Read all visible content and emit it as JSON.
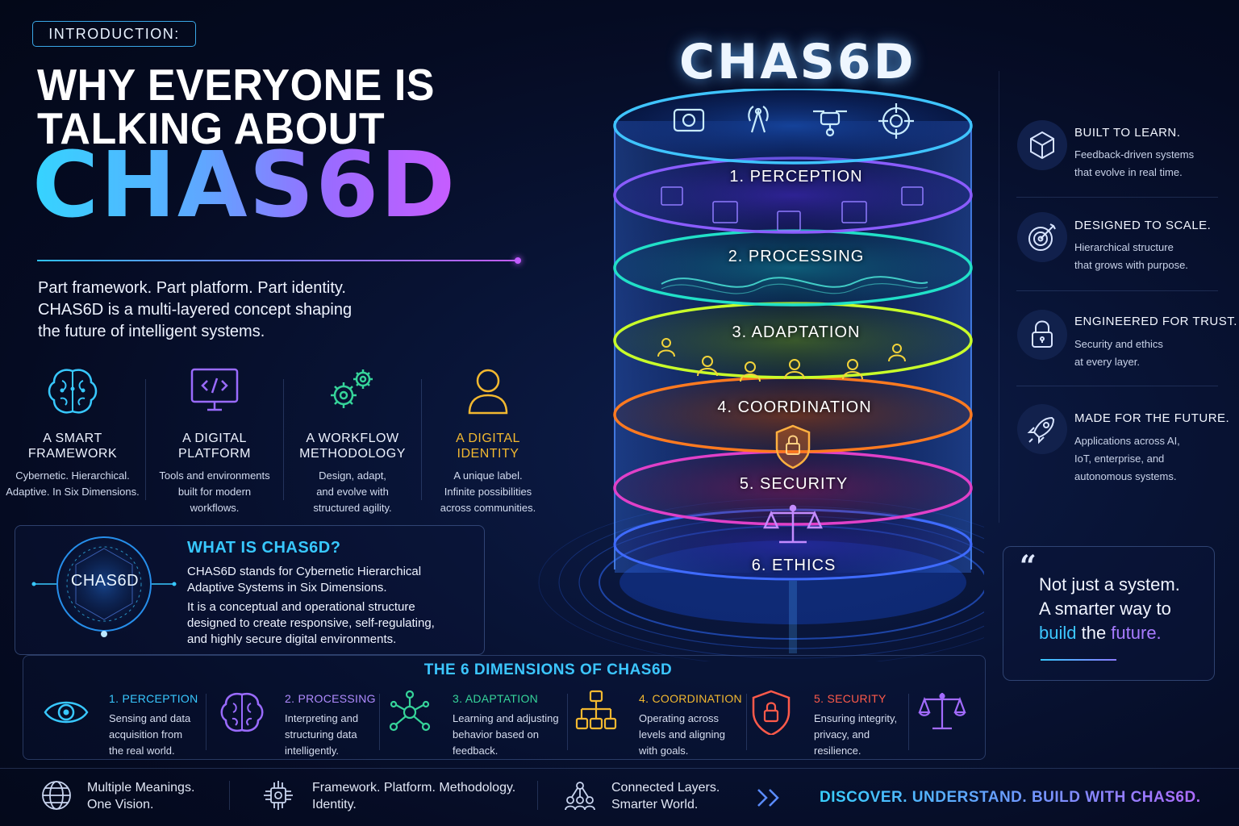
{
  "hero": {
    "intro_label": "INTRODUCTION:",
    "line1": "WHY EVERYONE IS",
    "line2": "TALKING ABOUT",
    "brand": "CHAS6D",
    "tagline": [
      "Part framework. Part platform. Part identity.",
      "CHAS6D is a multi-layered concept shaping",
      "the future of intelligent systems."
    ]
  },
  "features": [
    {
      "icon": "brain-icon",
      "title": [
        "A SMART",
        "FRAMEWORK"
      ],
      "desc": [
        "Cybernetic. Hierarchical.",
        "Adaptive. In Six Dimensions."
      ],
      "color": "#38c8ff"
    },
    {
      "icon": "code-monitor-icon",
      "title": [
        "A DIGITAL",
        "PLATFORM"
      ],
      "desc": [
        "Tools and environments",
        "built for modern",
        "workflows."
      ],
      "color": "#9a6bff"
    },
    {
      "icon": "gears-icon",
      "title": [
        "A WORKFLOW",
        "METHODOLOGY"
      ],
      "desc": [
        "Design, adapt,",
        "and evolve with",
        "structured agility."
      ],
      "color": "#36d49a"
    },
    {
      "icon": "user-icon",
      "title": [
        "A DIGITAL",
        "IDENTITY"
      ],
      "desc": [
        "A unique label.",
        "Infinite possibilities",
        "across communities."
      ],
      "color": "#f2b830"
    }
  ],
  "what_is": {
    "badge": "CHAS6D",
    "title": "WHAT IS CHAS6D?",
    "p1": [
      "CHAS6D stands for Cybernetic Hierarchical",
      "Adaptive Systems in Six Dimensions."
    ],
    "p2": [
      "It is a conceptual and operational structure",
      "designed to create responsive, self-regulating,",
      "and highly secure digital environments."
    ]
  },
  "dimensions": {
    "title": "THE 6 DIMENSIONS OF CHAS6D",
    "items": [
      {
        "icon": "eye-icon",
        "title": "1. PERCEPTION",
        "desc": [
          "Sensing and data",
          "acquisition from",
          "the real world."
        ],
        "color": "#38c8ff"
      },
      {
        "icon": "brain-icon",
        "title": "2. PROCESSING",
        "desc": [
          "Interpreting and",
          "structuring data",
          "intelligently."
        ],
        "color": "#9a6bff"
      },
      {
        "icon": "network-icon",
        "title": "3. ADAPTATION",
        "desc": [
          "Learning and adjusting",
          "behavior based on",
          "feedback."
        ],
        "color": "#36d49a"
      },
      {
        "icon": "hierarchy-icon",
        "title": "4. COORDINATION",
        "desc": [
          "Operating across",
          "levels and aligning",
          "with goals."
        ],
        "color": "#f2b830"
      },
      {
        "icon": "shield-lock-icon",
        "title": "5. SECURITY",
        "desc": [
          "Ensuring integrity,",
          "privacy, and",
          "resilience."
        ],
        "color": "#ff5a4a"
      },
      {
        "icon": "scales-icon",
        "title": "",
        "desc": [],
        "color": "#a36bff"
      }
    ]
  },
  "stack": {
    "title": "CHAS6D",
    "layers": [
      "1. PERCEPTION",
      "2. PROCESSING",
      "3. ADAPTATION",
      "4. COORDINATION",
      "5. SECURITY",
      "6. ETHICS"
    ]
  },
  "right": {
    "features": [
      {
        "icon": "cube-icon",
        "title": "BUILT TO LEARN.",
        "desc": [
          "Feedback-driven systems",
          "that evolve in real time."
        ]
      },
      {
        "icon": "target-icon",
        "title": "DESIGNED TO SCALE.",
        "desc": [
          "Hierarchical structure",
          "that grows with purpose."
        ]
      },
      {
        "icon": "lock-icon",
        "title": "ENGINEERED FOR TRUST.",
        "desc": [
          "Security and ethics",
          "at every layer."
        ]
      },
      {
        "icon": "rocket-icon",
        "title": "MADE FOR THE FUTURE.",
        "desc": [
          "Applications across AI,",
          "IoT, enterprise, and",
          "autonomous systems."
        ]
      }
    ],
    "quote": {
      "mark": "“",
      "line1": "Not just a system.",
      "line2": "A smarter way to",
      "line3_a": "build",
      "line3_b": " the ",
      "line3_c": "future."
    }
  },
  "footer": {
    "items": [
      {
        "icon": "globe-icon",
        "lines": [
          "Multiple Meanings.",
          "One Vision."
        ]
      },
      {
        "icon": "chip-icon",
        "lines": [
          "Framework. Platform. Methodology.",
          "Identity."
        ]
      },
      {
        "icon": "people-network-icon",
        "lines": [
          "Connected Layers.",
          "Smarter World."
        ]
      }
    ],
    "arrow": "chevrons-right-icon",
    "cta": "DISCOVER. UNDERSTAND. BUILD WITH CHAS6D."
  },
  "colors": {
    "accent_cyan": "#38c8ff",
    "accent_purple": "#a36bff",
    "background": "#050b22"
  }
}
